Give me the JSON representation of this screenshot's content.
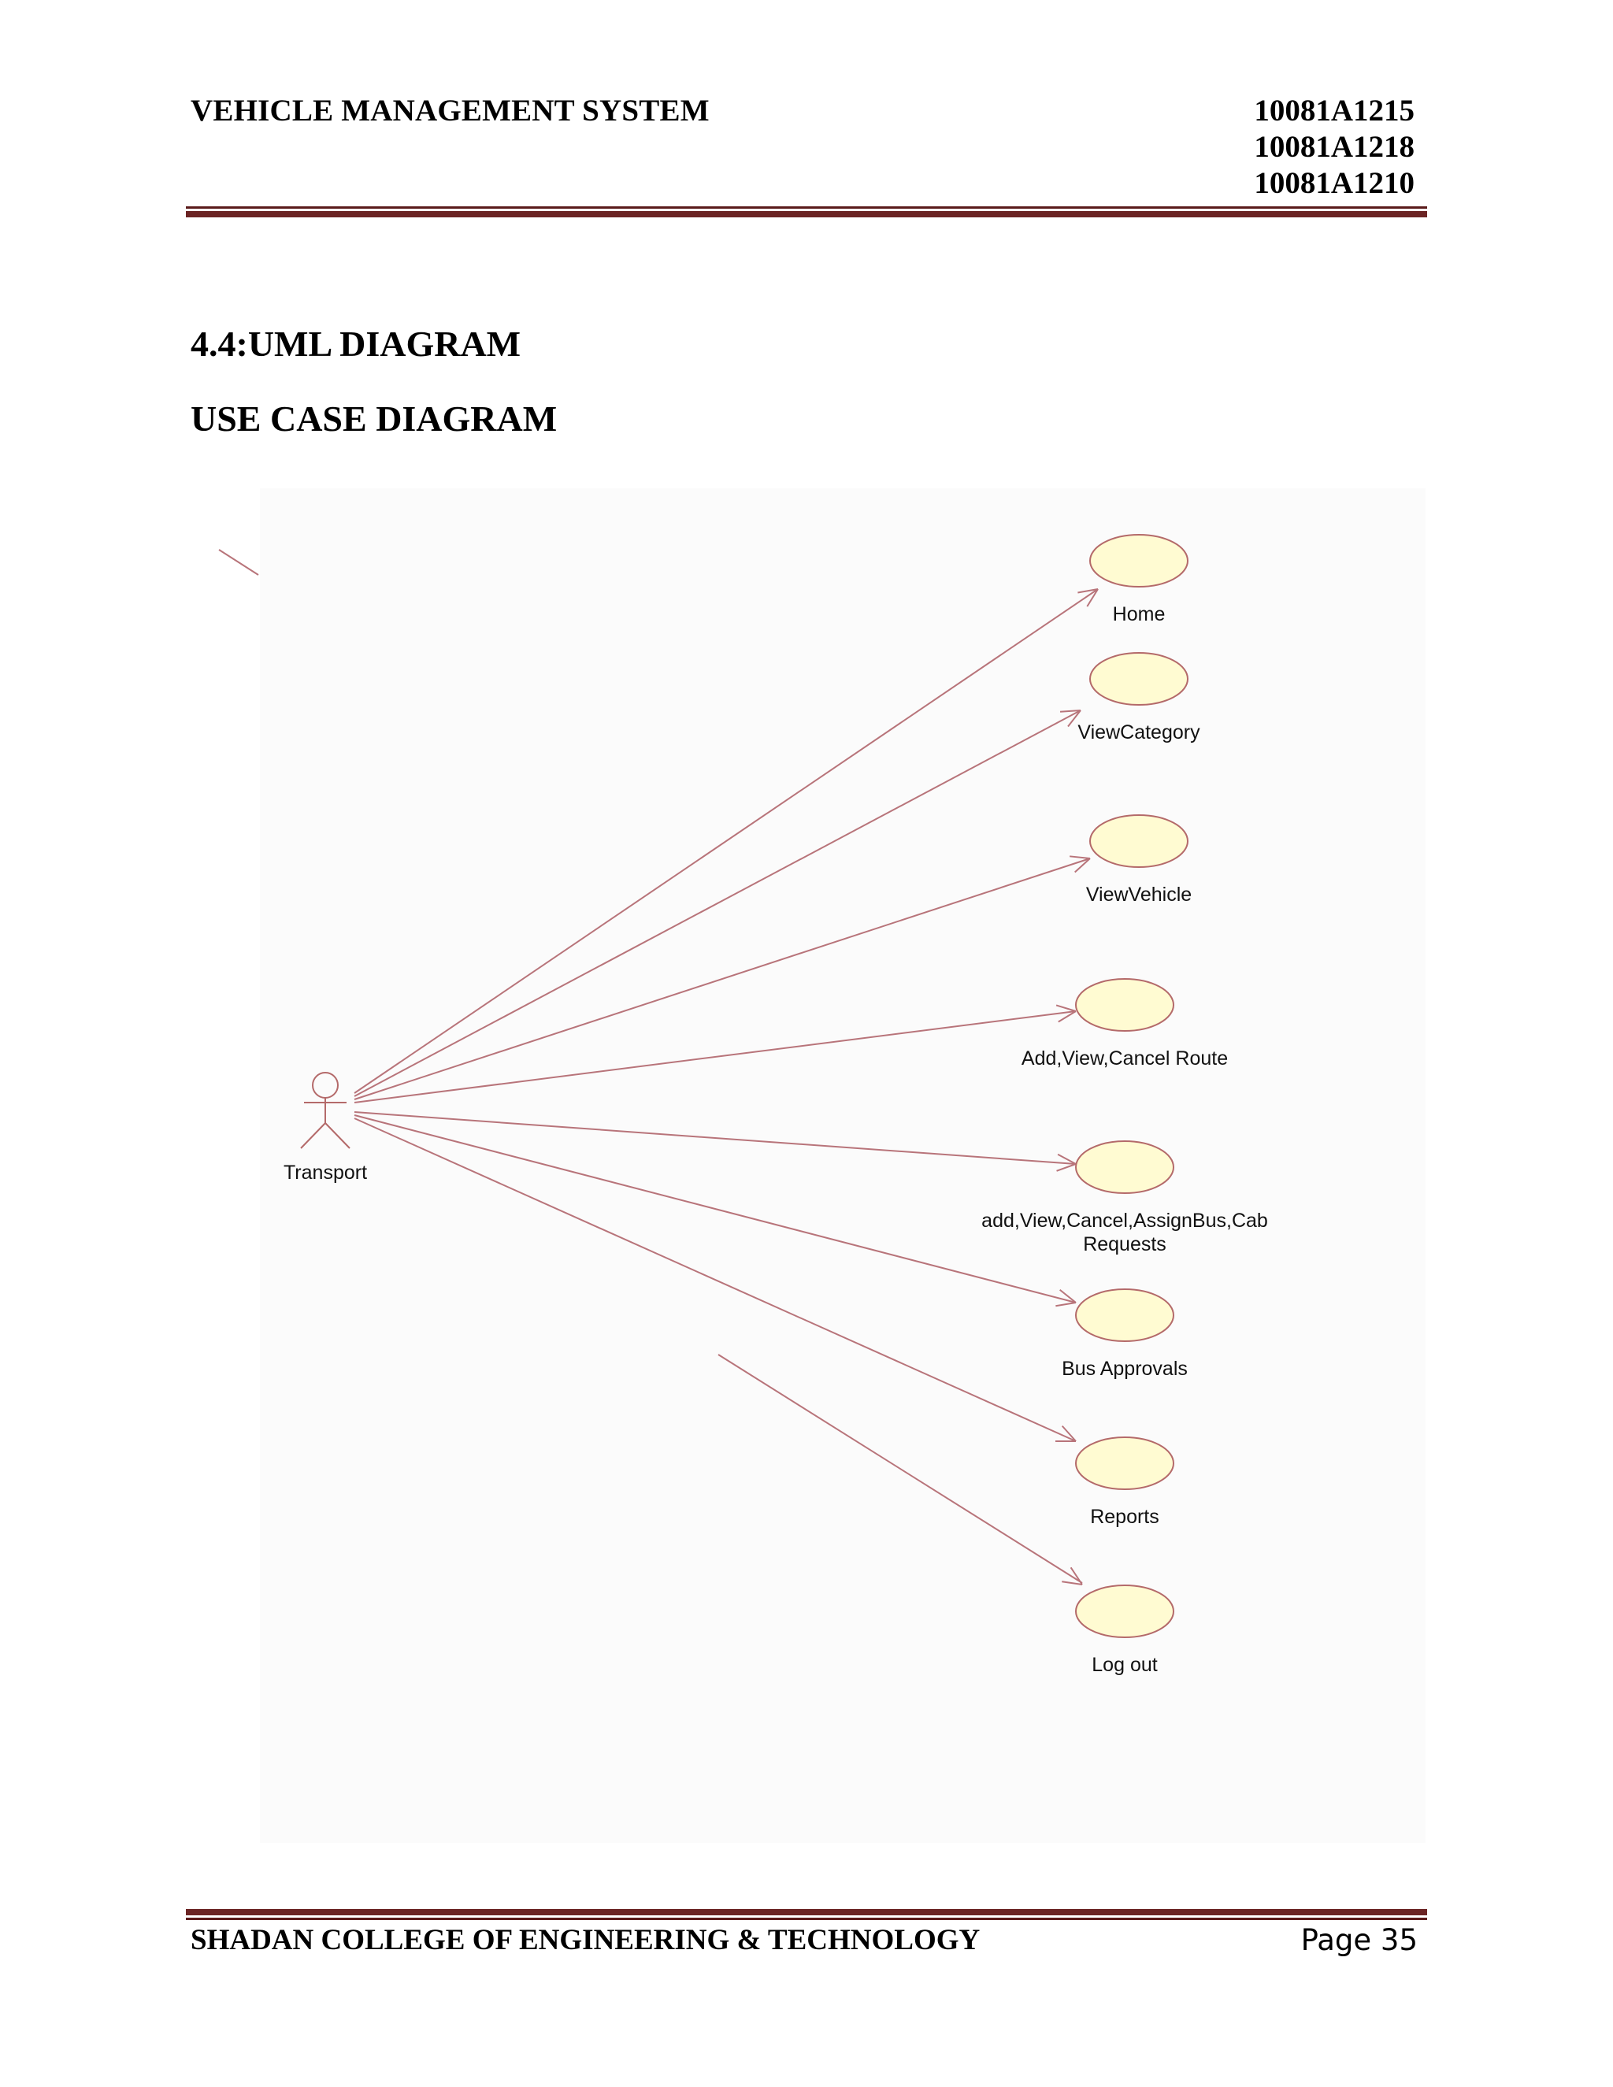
{
  "header": {
    "title": "VEHICLE MANAGEMENT SYSTEM",
    "ids": [
      "10081A1215",
      "10081A1218",
      "10081A1210"
    ]
  },
  "section": {
    "number_title": "4.4:UML DIAGRAM",
    "subtitle": "USE CASE DIAGRAM"
  },
  "diagram": {
    "actor": "Transport",
    "use_cases": [
      {
        "lines": [
          "Home"
        ]
      },
      {
        "lines": [
          "ViewCategory"
        ]
      },
      {
        "lines": [
          "ViewVehicle"
        ]
      },
      {
        "lines": [
          "Add,View,Cancel Route"
        ]
      },
      {
        "lines": [
          "add,View,Cancel,AssignBus,Cab",
          "Requests"
        ]
      },
      {
        "lines": [
          "Bus Approvals"
        ]
      },
      {
        "lines": [
          "Reports"
        ]
      },
      {
        "lines": [
          "Log out"
        ]
      }
    ],
    "colors": {
      "ellipse_fill": "#fffbd2",
      "ellipse_stroke": "#b46a6a",
      "line": "#b8747a"
    }
  },
  "footer": {
    "college": "SHADAN COLLEGE OF ENGINEERING & TECHNOLOGY",
    "page": "Page 35"
  }
}
